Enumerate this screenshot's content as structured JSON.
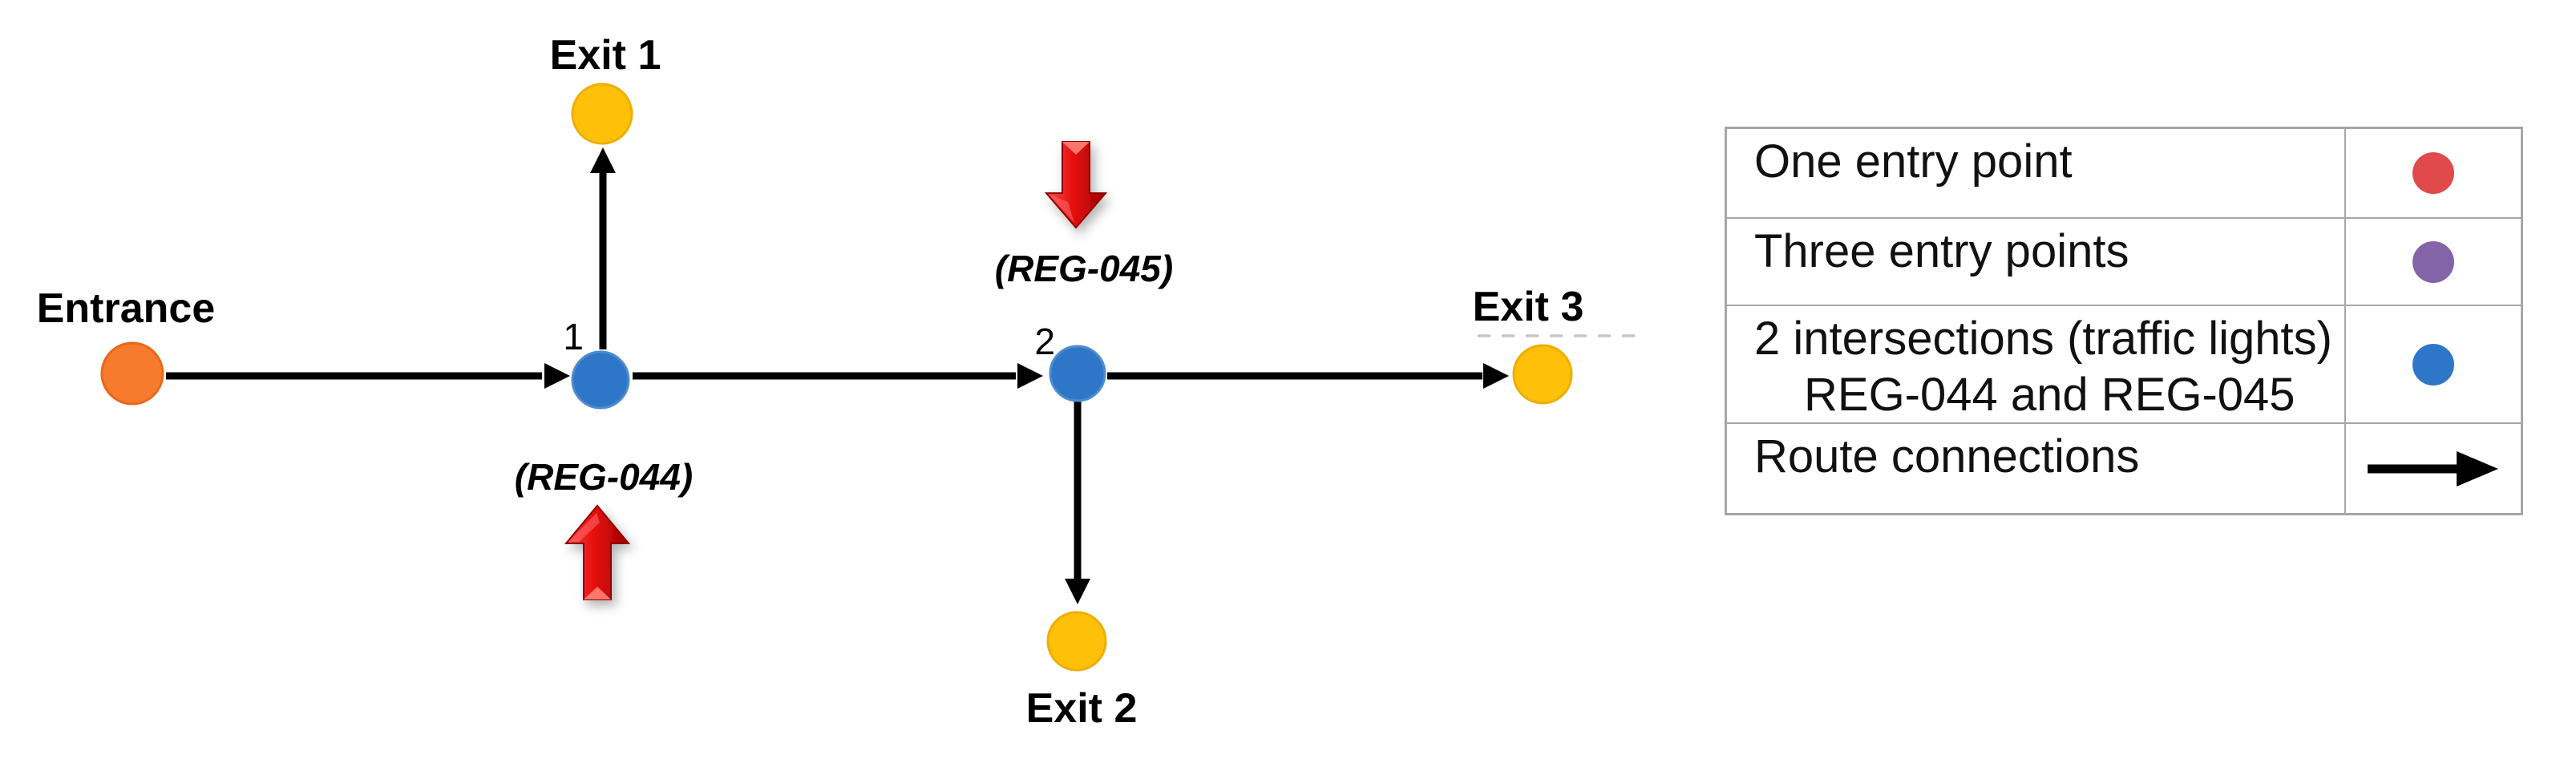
{
  "diagram": {
    "labels": {
      "entrance": "Entrance",
      "exit1": "Exit 1",
      "exit2": "Exit 2",
      "exit3": "Exit 3",
      "intersection1": "1",
      "intersection2": "2",
      "reg044": "(REG-044)",
      "reg045": "(REG-045)"
    },
    "colors": {
      "entrance_orange": "#F87A2C",
      "exit_yellow": "#FFC00A",
      "intersection_blue": "#2E77C8",
      "route_black": "#000000",
      "signal_red": "#E01111"
    }
  },
  "legend": {
    "rows": [
      {
        "label": "One entry point",
        "icon": "red-circle-icon",
        "color": "#E04A4A"
      },
      {
        "label": "Three entry points",
        "icon": "purple-circle-icon",
        "color": "#8464A8"
      },
      {
        "label": "2 intersections (traffic lights)",
        "label2": "REG-044 and REG-045",
        "icon": "blue-circle-icon",
        "color": "#2E77C8"
      },
      {
        "label": "Route connections",
        "icon": "black-arrow-icon",
        "color": "#000000"
      }
    ]
  }
}
